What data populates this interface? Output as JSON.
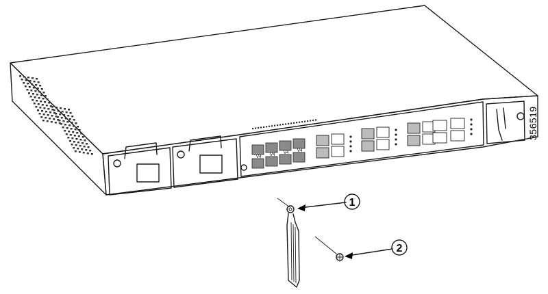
{
  "figure": {
    "id_number": "356519"
  },
  "callouts": [
    {
      "number": "1",
      "target": "ground-lug"
    },
    {
      "number": "2",
      "target": "ground-screw"
    }
  ],
  "port_labels": [
    "V4",
    "V4",
    "V4",
    "V4"
  ],
  "icons": {
    "chassis": "network-switch-chassis",
    "ground_lug": "ground-lug-icon",
    "screw": "screw-icon"
  },
  "colors": {
    "line": "#1a1a1a",
    "fill": "#ffffff",
    "panel": "#f2f2f2"
  }
}
